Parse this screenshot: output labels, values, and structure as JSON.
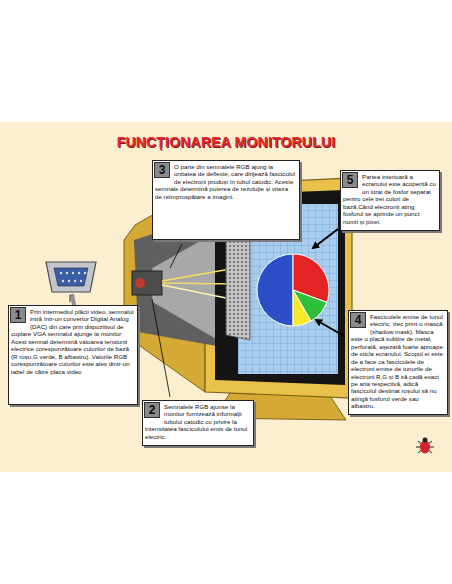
{
  "diagram": {
    "title": "FUNCȚIONAREA MONITORULUI",
    "nodes": [
      {
        "text": [
          "1",
          "Prin intermediul plăcii video, semnalul intră într-un convertor Digital Analog (DAC) din care prin dispozitivul de cuplare VGA semnalul ajunge la monitor Acest semnal determină valoarea tensiunii electrice corespunzătoare culorilor de bază (R roșu,G verde, B albastru). Valorile RGB corespunzătoare culorilor este ales dintr-un tabel de către placa video"
        ]
      },
      {
        "text": [
          "2",
          "Semnalele RGB ajunse la monitor furnizează informații tubului catodic cu privire la intensitatea fasciculului emis de tunul electric."
        ]
      },
      {
        "text": [
          "3",
          "O parte din semnalele RGB ajung la unitatea de deflexie, care dirijează fasciculul de electroni produși în tubul catodic. Aceste semnale determină puterea de rezoluție și viteza de reîmprospătare a imagini."
        ]
      },
      {
        "text": [
          "4",
          "Fasciculele emise de tunul electric, trec print-o mască (shadow mask). Masca este o placă subțire de metal, perforată, așezată foarte aproape de sticla ecranului. Scopul ei este de a face ca fascicolele de electroni emise de tunurile de electroni R,G și B să cadă exact pe aria respectivă, adică fascicolul destinat roșului să nu atingă fosforul verde sau albastru."
        ]
      },
      {
        "text": [
          "5",
          "Partea interioară a ecranului este acoperită cu un strat de fosfor separat pentru cele trei culori de bază.Când electronii ating fosforul se aprinde un punct numit și pixel."
        ]
      }
    ]
  }
}
